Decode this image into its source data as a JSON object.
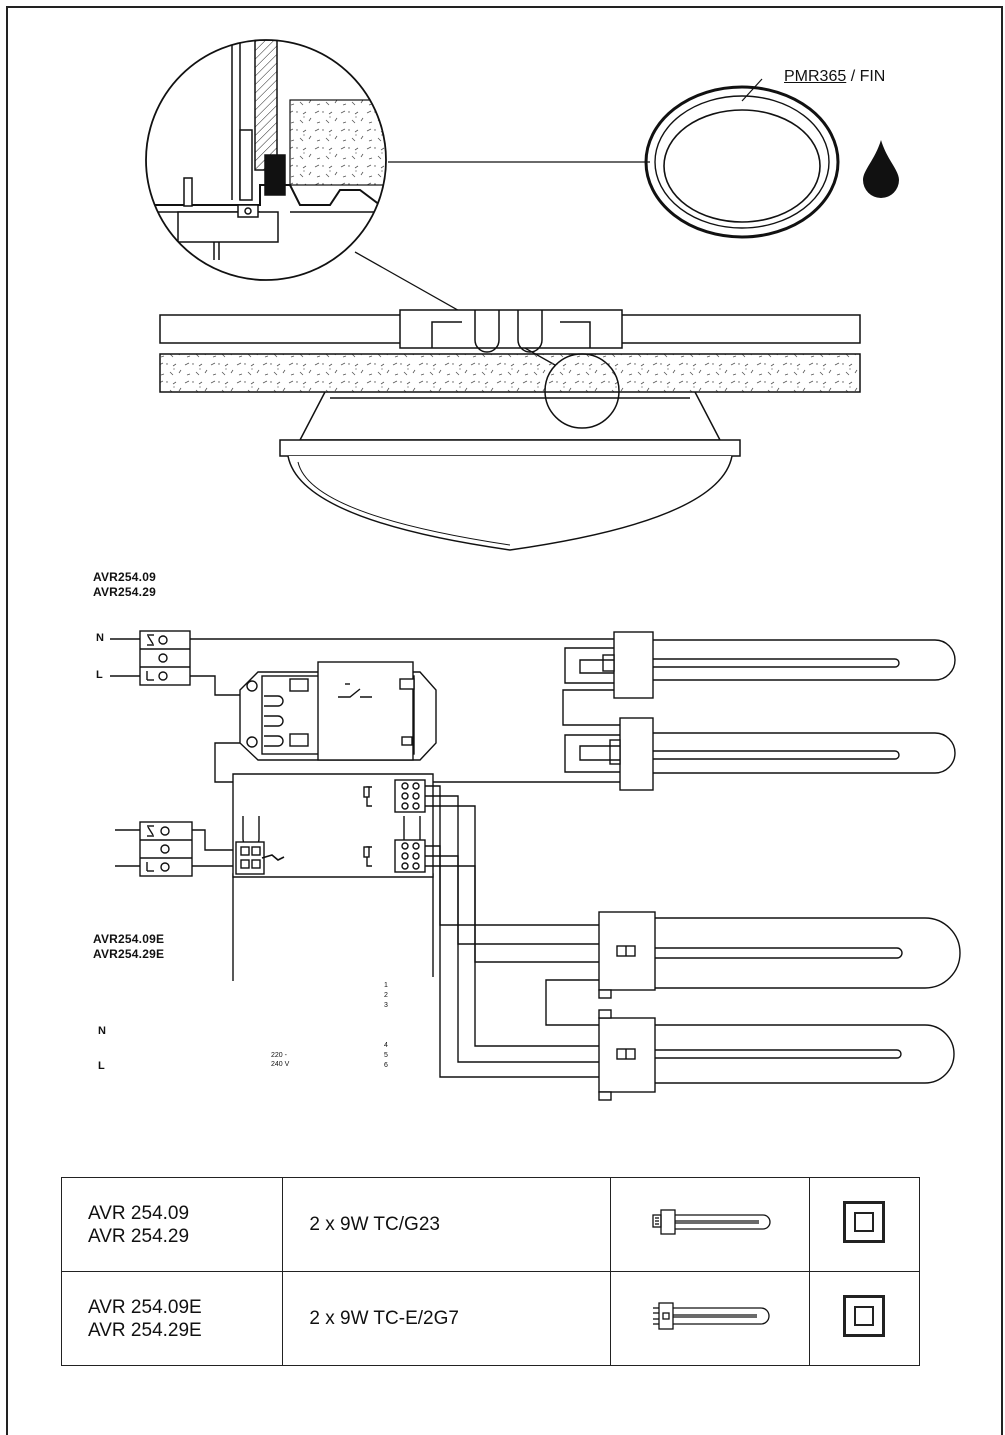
{
  "fixture": {
    "part_label_code": "PMR365",
    "part_label_suffix": " / FIN"
  },
  "wiring_magnetic": {
    "models": [
      "AVR254.09",
      "AVR254.29"
    ],
    "neutral_label": "N",
    "live_label": "L"
  },
  "wiring_electronic": {
    "models": [
      "AVR254.09E",
      "AVR254.29E"
    ],
    "neutral_label": "N",
    "live_label": "L",
    "ballast_voltage": [
      "220 -",
      "240 V"
    ],
    "ballast_terminals": [
      "1",
      "2",
      "3",
      "4",
      "5",
      "6"
    ]
  },
  "spec_table": {
    "rows": [
      {
        "models": [
          "AVR 254.09",
          "AVR 254.29"
        ],
        "lamp": "2 x 9W TC/G23",
        "lamp_icon": "tc-g23-lamp-icon",
        "class_icon": "class-ii-icon"
      },
      {
        "models": [
          "AVR 254.09E",
          "AVR 254.29E"
        ],
        "lamp": "2 x 9W TC-E/2G7",
        "lamp_icon": "tc-e-2g7-lamp-icon",
        "class_icon": "class-ii-icon"
      }
    ]
  },
  "colors": {
    "ink": "#111111"
  }
}
